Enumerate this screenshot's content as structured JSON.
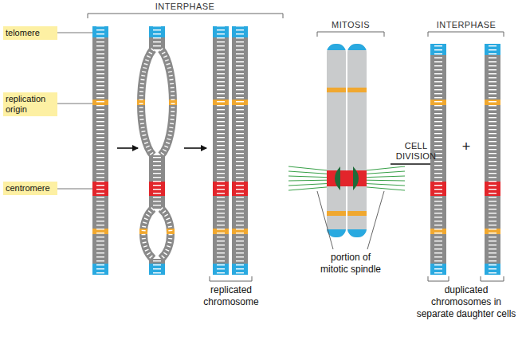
{
  "diagram": {
    "nodes": [
      {
        "text": [
          "telomere"
        ]
      },
      {
        "text": [
          "replication origin"
        ]
      },
      {
        "text": [
          "centromere"
        ]
      }
    ],
    "labels": [
      "INTERPHASE",
      "MITOSIS",
      "INTERPHASE",
      "CELL DIVISION",
      "+",
      "replicated chromosome",
      "portion of mitotic spindle",
      "duplicated chromosomes in separate daughter cells"
    ]
  }
}
